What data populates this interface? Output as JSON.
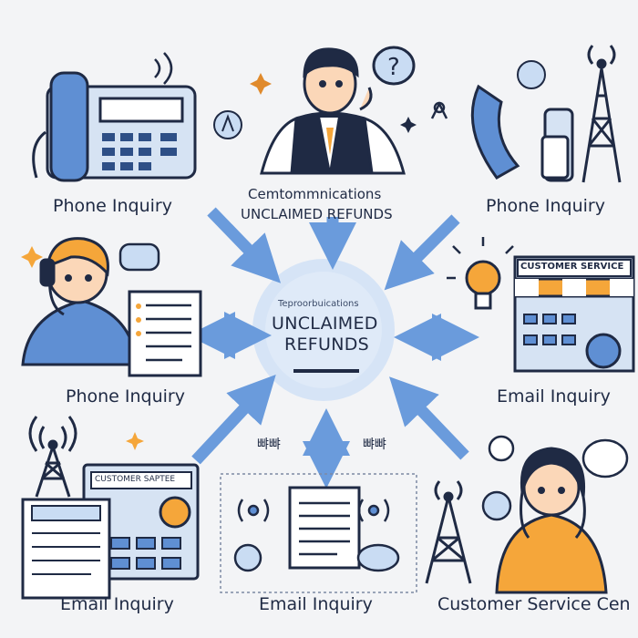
{
  "labels": {
    "top_left": "Phone Inquiry",
    "top_center_line1": "Cemtommnications",
    "top_center_line2": "UNCLAIMED REFUNDS",
    "top_right": "Phone Inquiry",
    "mid_left": "Phone Inquiry",
    "mid_right": "Email Inquiry",
    "bottom_left": "Email Inquiry",
    "bottom_center": "Email Inquiry",
    "bottom_right": "Customer Service Cen"
  },
  "hub": {
    "small_text": "Teproorbuications",
    "title_line1": "UNCLAIMED",
    "title_line2": "REFUNDS"
  },
  "signs": {
    "customer_service_top": "CUSTOMER SERVICE",
    "customer_service_bottom": "CUSTOMER SAPTEE"
  },
  "icons": {
    "question_mark": "?",
    "glyph_left": "뺘뺘",
    "glyph_right": "뺘뺘"
  },
  "colors": {
    "navy": "#1f2a44",
    "blue": "#5f8fd3",
    "light_blue": "#c9dcf3",
    "hub": "#d5e3f5",
    "orange": "#f5a63a",
    "skin": "#fbd7b8"
  }
}
